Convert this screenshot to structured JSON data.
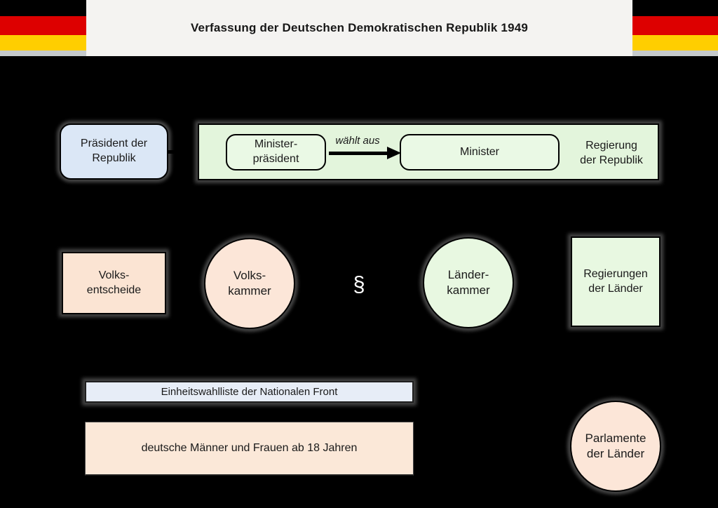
{
  "header": {
    "title": "Verfassung der Deutschen Demokratischen Republik 1949"
  },
  "diagram": {
    "praesident_label": "Präsident der\nRepublik",
    "ministerpraesident_label": "Minister-\npräsident",
    "minister_label": "Minister",
    "waehlt_aus_label": "wählt aus",
    "regierung_label": "Regierung\nder Republik",
    "volksentscheide_label": "Volks-\nentscheide",
    "volkskammer_label": "Volks-\nkammer",
    "paragraph_symbol": "§",
    "laenderkammer_label": "Länder-\nkammer",
    "regierungen_laender_label": "Regierungen\nder Länder",
    "einheitswahlliste_label": "Einheitswahlliste der Nationalen Front",
    "wahlberechtigte_label": "deutsche Männer und Frauen ab 18 Jahren",
    "parlamente_laender_label": "Parlamente\nder Länder"
  },
  "colors": {
    "background": "#000000",
    "banner": "#f4f3f1",
    "flag_black": "#000000",
    "flag_red": "#dd0000",
    "flag_gold": "#ffce00",
    "flag_shadow_strip": "#c6cacc",
    "box_light_blue": "#dbe7f6",
    "box_green_outer": "#e3f5dc",
    "box_green_inner": "#eaf9e5",
    "box_peach": "#fbe4d3",
    "box_pale_blue": "#e7edf7",
    "shape_border": "#000000",
    "shadow_halo": "#454545",
    "text": "#1a1a1a",
    "paragraph_symbol_color": "#ffffff"
  }
}
